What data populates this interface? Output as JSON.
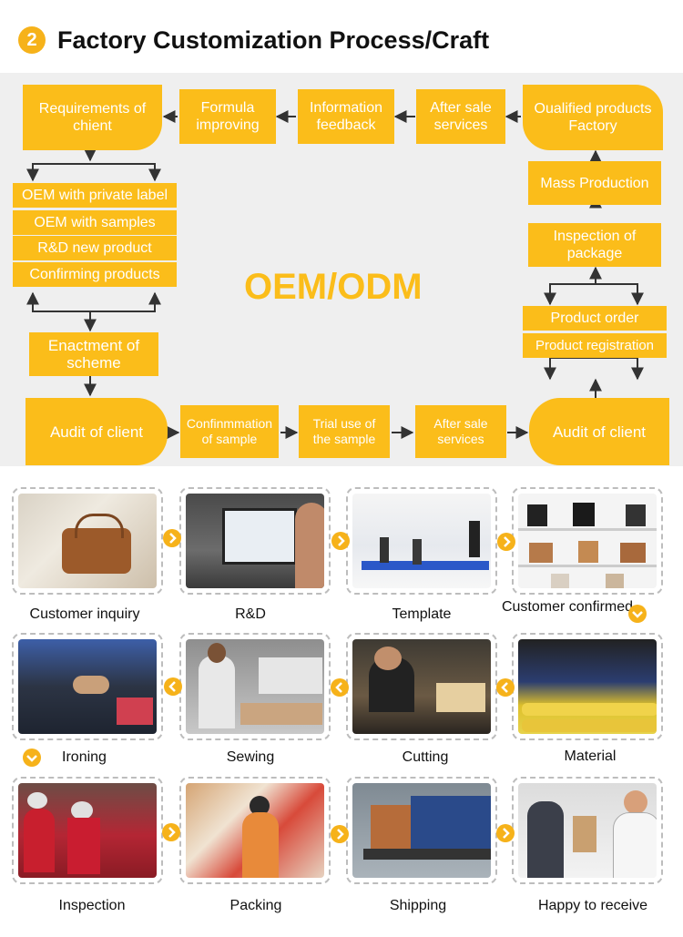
{
  "header": {
    "badge": "2",
    "title": "Factory Customization Process/Craft"
  },
  "flow": {
    "center_label": "OEM/ODM",
    "requirements": "Requirements of chient",
    "formula": "Formula improving",
    "feedback": "Information feedback",
    "after_sale_top": "After sale services",
    "qualified": "Oualified products Factory",
    "options": [
      "OEM with private label",
      "OEM with samples",
      "R&D new product",
      "Confirming products"
    ],
    "enactment": "Enactment of scheme",
    "audit_left": "Audit of client",
    "confirm_sample": "Confinmmation of sample",
    "trial": "Trial use of the sample",
    "after_sale_bottom": "After sale services",
    "audit_right": "Audit of client",
    "mass": "Mass Production",
    "inspection_pkg": "Inspection of package",
    "product_order": "Product order",
    "product_reg": "Product registration"
  },
  "steps": [
    "Customer inquiry",
    "R&D",
    "Template",
    "Customer confirmed",
    "Ironing",
    "Sewing",
    "Cutting",
    "Material",
    "Inspection",
    "Packing",
    "Shipping",
    "Happy to receive"
  ],
  "colors": {
    "accent": "#fbbd1a",
    "panel": "#efefef"
  }
}
